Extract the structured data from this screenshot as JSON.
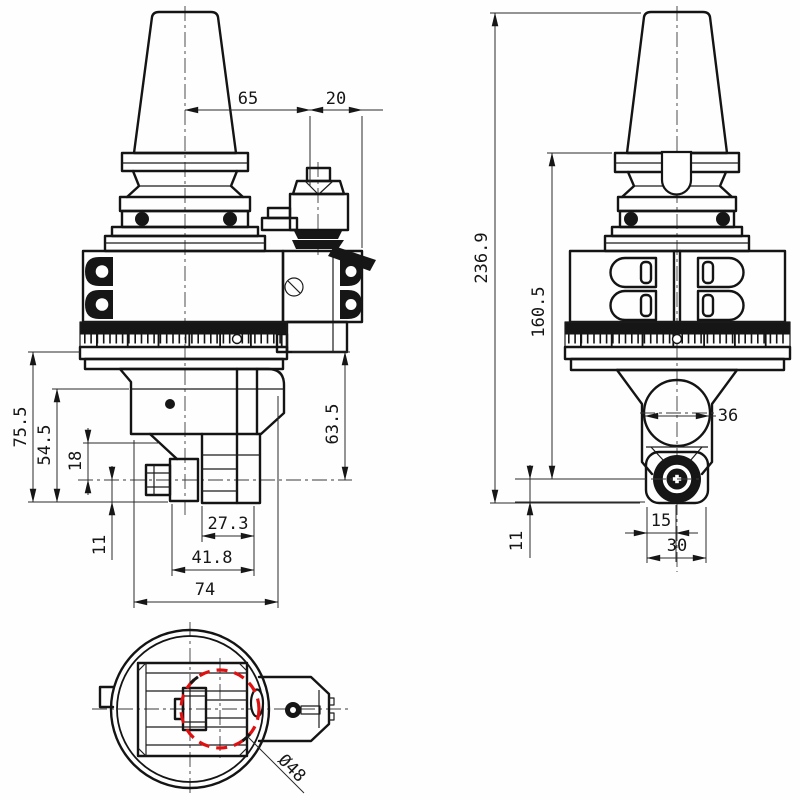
{
  "title": "angle-head-toolholder-technical-drawing",
  "colors": {
    "line": "#141414",
    "pitch_circle_red": "#e01010"
  },
  "dims": {
    "front": {
      "top_65": "65",
      "top_20": "20",
      "h_755": "75.5",
      "h_545": "54.5",
      "h_18": "18",
      "h_11": "11",
      "h_635": "63.5",
      "b_273": "27.3",
      "b_418": "41.8",
      "b_74": "74"
    },
    "side": {
      "h_2369": "236.9",
      "h_1605": "160.5",
      "d_36": "36",
      "b_15": "15",
      "b_30": "30",
      "h_11": "11"
    },
    "bottom": {
      "dia_48": "Ø48"
    }
  }
}
